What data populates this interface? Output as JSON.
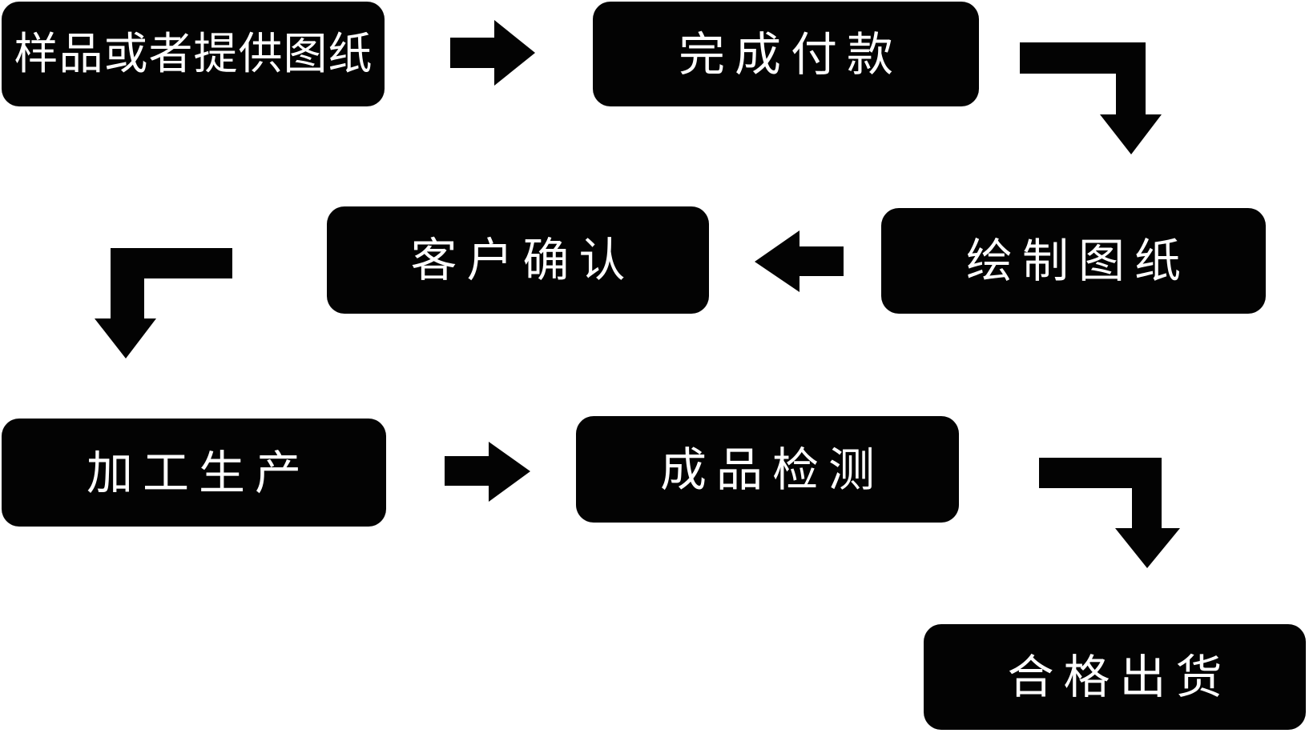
{
  "diagram": {
    "type": "flowchart",
    "background_color": "#ffffff",
    "node_fill_color": "#030303",
    "node_text_color": "#ffffff",
    "arrow_color": "#030303",
    "nodes": [
      {
        "id": "sample",
        "label": "样品或者提供图纸"
      },
      {
        "id": "payment",
        "label": "完成付款"
      },
      {
        "id": "draw",
        "label": "绘制图纸"
      },
      {
        "id": "confirm",
        "label": "客户确认"
      },
      {
        "id": "production",
        "label": "加工生产"
      },
      {
        "id": "inspection",
        "label": "成品检测"
      },
      {
        "id": "shipment",
        "label": "合格出货"
      }
    ],
    "edges": [
      {
        "from": "sample",
        "to": "payment",
        "shape": "straight-right-arrow"
      },
      {
        "from": "payment",
        "to": "draw",
        "shape": "elbow-right-down-arrow"
      },
      {
        "from": "draw",
        "to": "confirm",
        "shape": "straight-left-arrow"
      },
      {
        "from": "confirm",
        "to": "production",
        "shape": "elbow-left-down-arrow"
      },
      {
        "from": "production",
        "to": "inspection",
        "shape": "straight-right-arrow"
      },
      {
        "from": "inspection",
        "to": "shipment",
        "shape": "elbow-right-down-arrow"
      }
    ]
  }
}
